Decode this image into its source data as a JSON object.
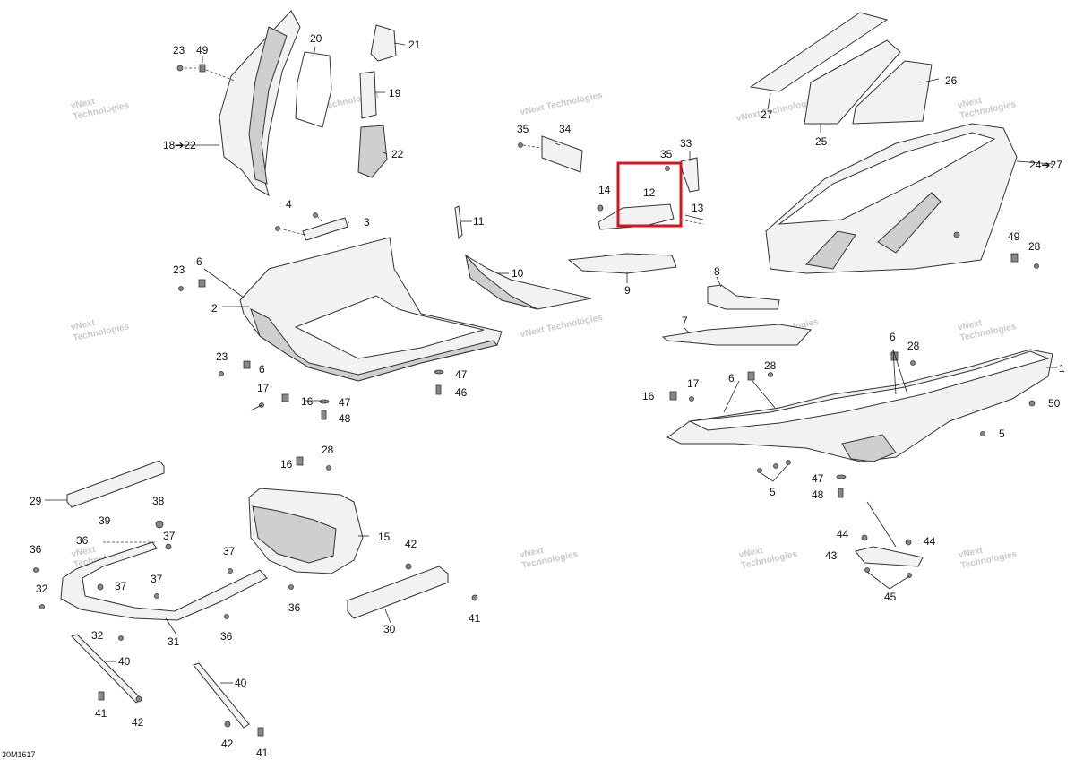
{
  "diagram_code": "30M1617",
  "watermark": {
    "line1": "vNext",
    "line2": "Technologies",
    "combined": "vNext Technologies"
  },
  "highlight_color": "#d9151b",
  "callouts": {
    "c23a": "23",
    "c49a": "49",
    "c20": "20",
    "c21": "21",
    "c19": "19",
    "c1822": "18➔22",
    "c22": "22",
    "c4": "4",
    "c3": "3",
    "c11": "11",
    "c23b": "23",
    "c6a": "6",
    "c2": "2",
    "c10": "10",
    "c23c": "23",
    "c6b": "6",
    "c17a": "17",
    "c16a": "16",
    "c47a": "47",
    "c46": "46",
    "c47b": "47",
    "c48a": "48",
    "c35a": "35",
    "c34": "34",
    "c35b": "35",
    "c33": "33",
    "c14": "14",
    "c12": "12",
    "c13": "13",
    "c9": "9",
    "c27a": "27",
    "c25": "25",
    "c26": "26",
    "c2427": "24➔27",
    "c49b": "49",
    "c28a": "28",
    "c8": "8",
    "c7": "7",
    "c6c": "6",
    "c28b": "28",
    "c1": "1",
    "c16b": "16",
    "c17b": "17",
    "c6d": "6",
    "c28c": "28",
    "c50": "50",
    "c5a": "5",
    "c5b": "5",
    "c47c": "47",
    "c48b": "48",
    "c44a": "44",
    "c44b": "44",
    "c43": "43",
    "c45": "45",
    "c29": "29",
    "c38": "38",
    "c39": "39",
    "c36a": "36",
    "c37a": "37",
    "c36b": "36",
    "c32a": "32",
    "c37b": "37",
    "c37c": "37",
    "c37d": "37",
    "c31": "31",
    "c32b": "32",
    "c36c": "36",
    "c36d": "36",
    "c40a": "40",
    "c41a": "41",
    "c42a": "42",
    "c40b": "40",
    "c42b": "42",
    "c41b": "41",
    "c16c": "16",
    "c28d": "28",
    "c15": "15",
    "c42c": "42",
    "c30": "30",
    "c41c": "41"
  }
}
